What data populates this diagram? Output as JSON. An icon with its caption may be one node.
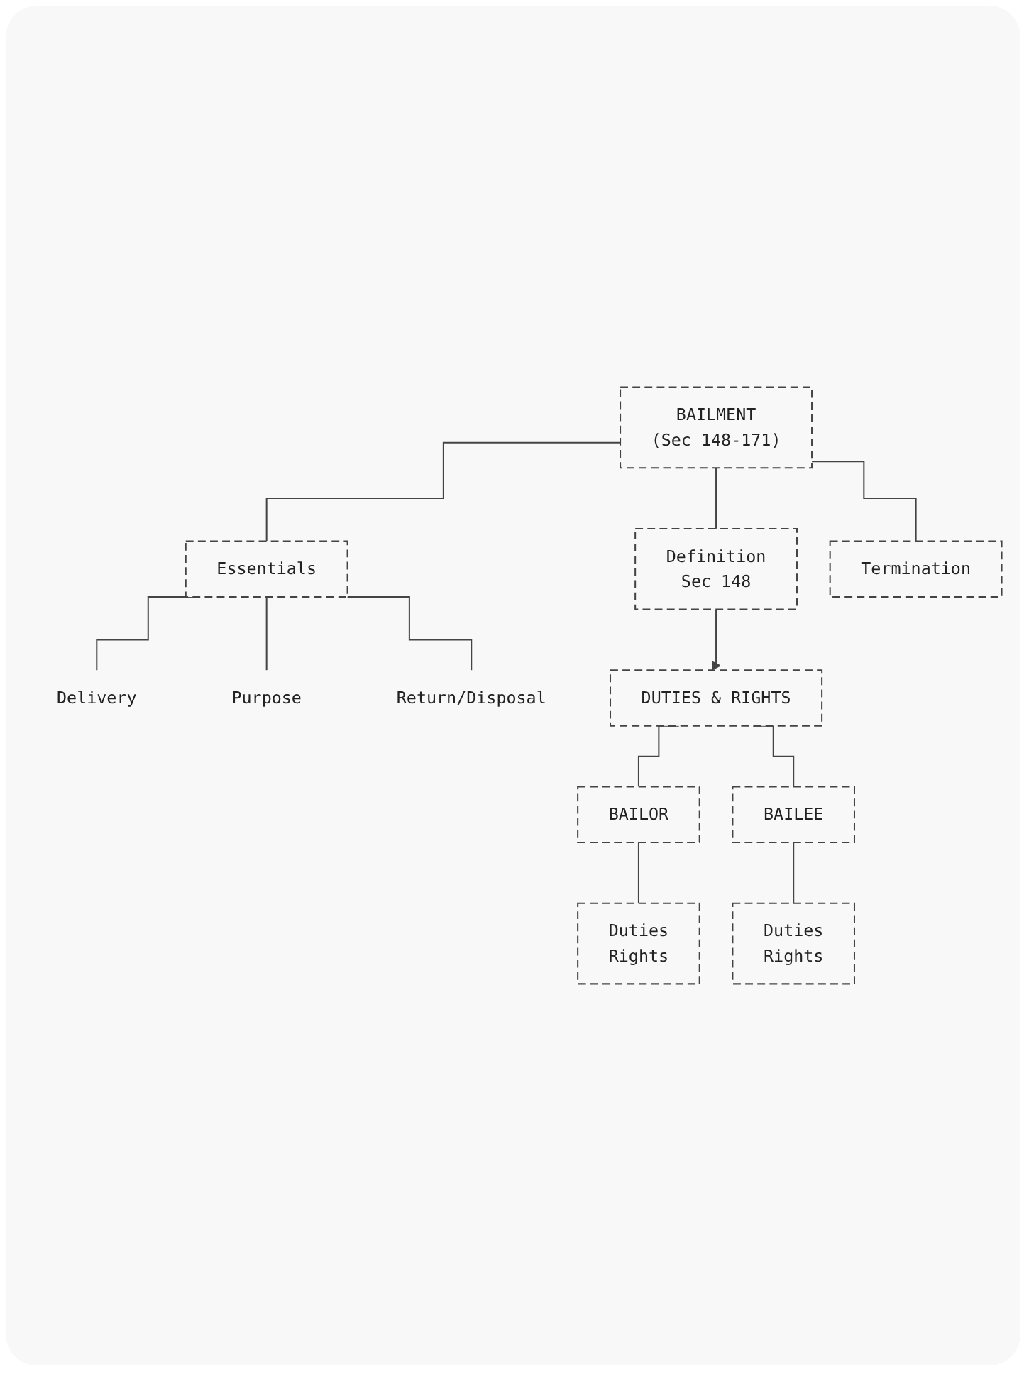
{
  "diagram": {
    "nodes": [
      {
        "text": [
          "BAILMENT",
          "(Sec 148-171)"
        ]
      },
      {
        "text": [
          "Definition",
          "Sec 148"
        ]
      },
      {
        "text": [
          "Essentials"
        ]
      },
      {
        "text": [
          "Termination"
        ]
      },
      {
        "text": [
          "Delivery"
        ]
      },
      {
        "text": [
          "Purpose"
        ]
      },
      {
        "text": [
          "Return/Disposal"
        ]
      },
      {
        "text": [
          "DUTIES & RIGHTS"
        ]
      },
      {
        "text": [
          "BAILOR"
        ]
      },
      {
        "text": [
          "BAILEE"
        ]
      },
      {
        "text": [
          "Duties",
          "Rights"
        ]
      },
      {
        "text": [
          "Duties",
          "Rights"
        ]
      }
    ],
    "edges": [
      {
        "from": 0,
        "to": 1,
        "arrow": "none"
      },
      {
        "from": 0,
        "to": 2,
        "arrow": "none"
      },
      {
        "from": 0,
        "to": 3,
        "arrow": "none"
      },
      {
        "from": 2,
        "to": 4,
        "arrow": "none"
      },
      {
        "from": 2,
        "to": 5,
        "arrow": "none"
      },
      {
        "from": 2,
        "to": 6,
        "arrow": "none"
      },
      {
        "from": 1,
        "to": 7,
        "arrow": "to"
      },
      {
        "from": 7,
        "to": 8,
        "arrow": "none"
      },
      {
        "from": 7,
        "to": 9,
        "arrow": "none"
      },
      {
        "from": 8,
        "to": 10,
        "arrow": "none"
      },
      {
        "from": 9,
        "to": 11,
        "arrow": "none"
      }
    ]
  }
}
